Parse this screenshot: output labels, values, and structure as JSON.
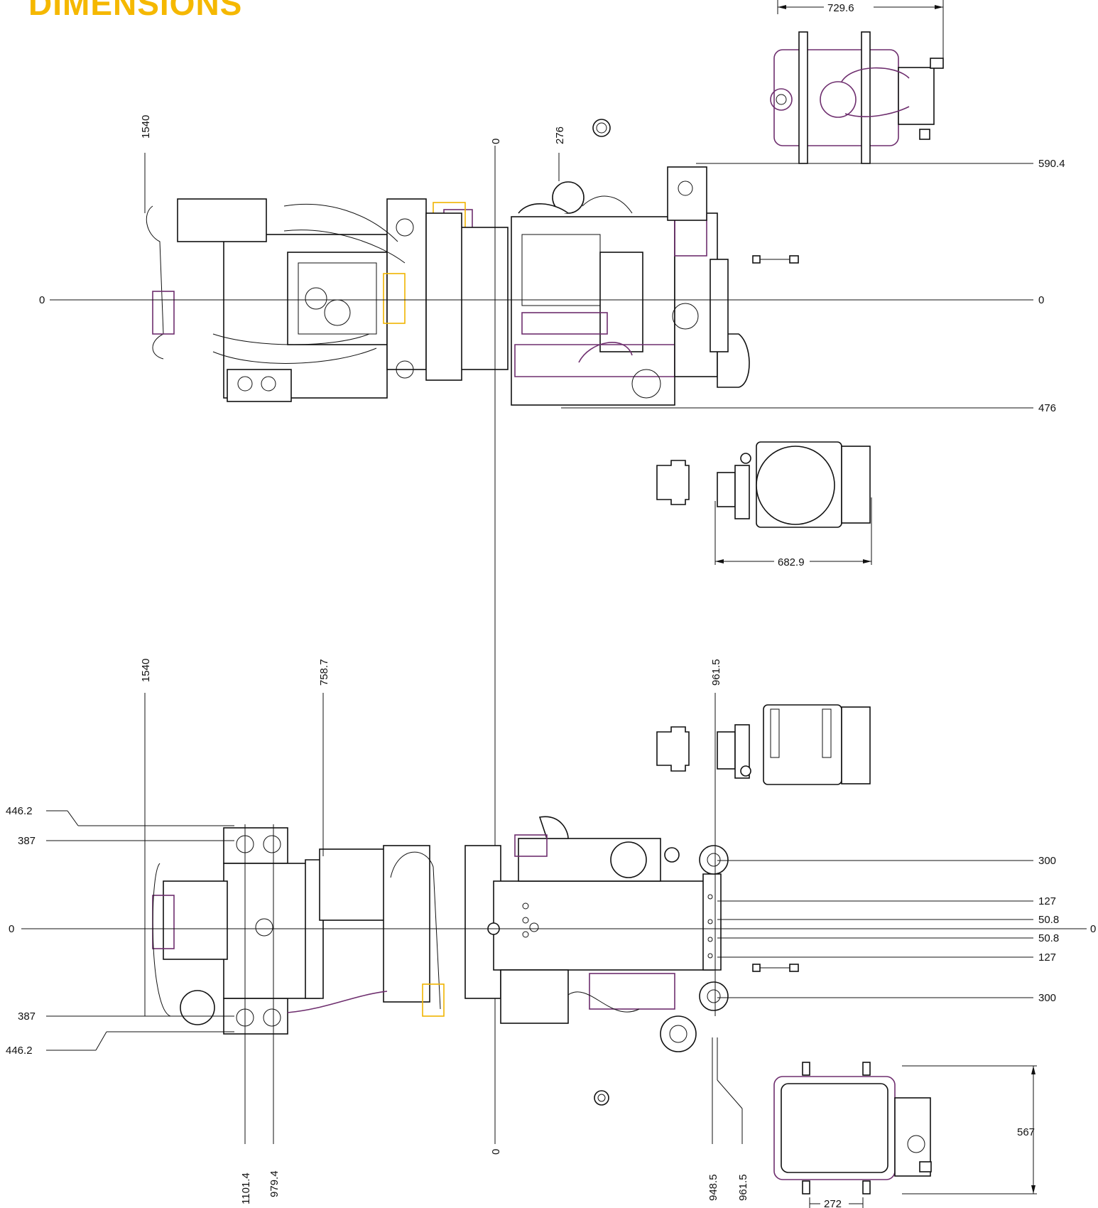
{
  "title": "DIMENSIONS",
  "colors": {
    "title": "#f5b800",
    "line": "#111111",
    "accent": "#6e2e6e",
    "highlight": "#f0b400"
  },
  "top_view": {
    "dim_width_top": "729.6",
    "dim_length_left": "1540",
    "dim_center_v": "0",
    "dim_276": "276",
    "dim_axis_left": "0",
    "dim_axis_right": "0",
    "dim_590": "590.4",
    "dim_476": "476",
    "dim_682": "682.9"
  },
  "bottom_view": {
    "dim_1540": "1540",
    "dim_758": "758.7",
    "dim_961_top": "961.5",
    "dim_446_top": "446.2",
    "dim_387_top": "387",
    "dim_axis_left": "0",
    "dim_axis_right": "0",
    "dim_387_bot": "387",
    "dim_446_bot": "446.2",
    "dim_300_top": "300",
    "dim_127_top": "127",
    "dim_508_top": "50.8",
    "dim_508_bot": "50.8",
    "dim_127_bot": "127",
    "dim_300_bot": "300",
    "dim_1101": "1101.4",
    "dim_979": "979.4",
    "dim_center_bot": "0",
    "dim_948": "948.5",
    "dim_961_bot": "961.5",
    "dim_567": "567",
    "dim_272": "272"
  }
}
